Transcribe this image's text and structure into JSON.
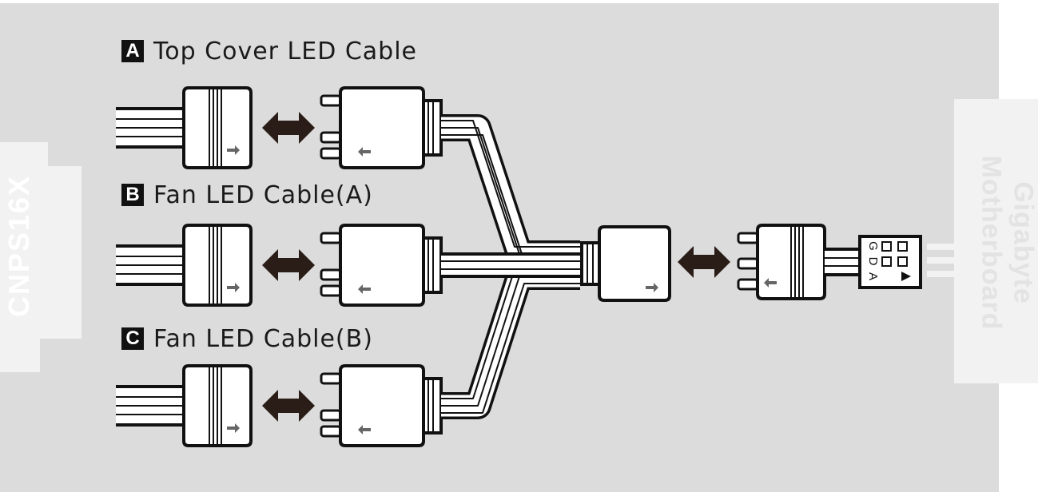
{
  "left_tab_label": "CNPS16X",
  "right_tab_label": [
    "Gigabyte",
    "Motherboard"
  ],
  "cables": [
    {
      "badge": "A",
      "label": "Top Cover LED Cable"
    },
    {
      "badge": "B",
      "label": "Fan LED Cable(A)"
    },
    {
      "badge": "C",
      "label": "Fan LED Cable(B)"
    }
  ],
  "header_pins": [
    "G",
    "D",
    "A"
  ],
  "colors": {
    "background": "#dcdcdc",
    "outline": "#111111",
    "arrow": "#2a1d17",
    "tab": "#f2f2f2"
  }
}
